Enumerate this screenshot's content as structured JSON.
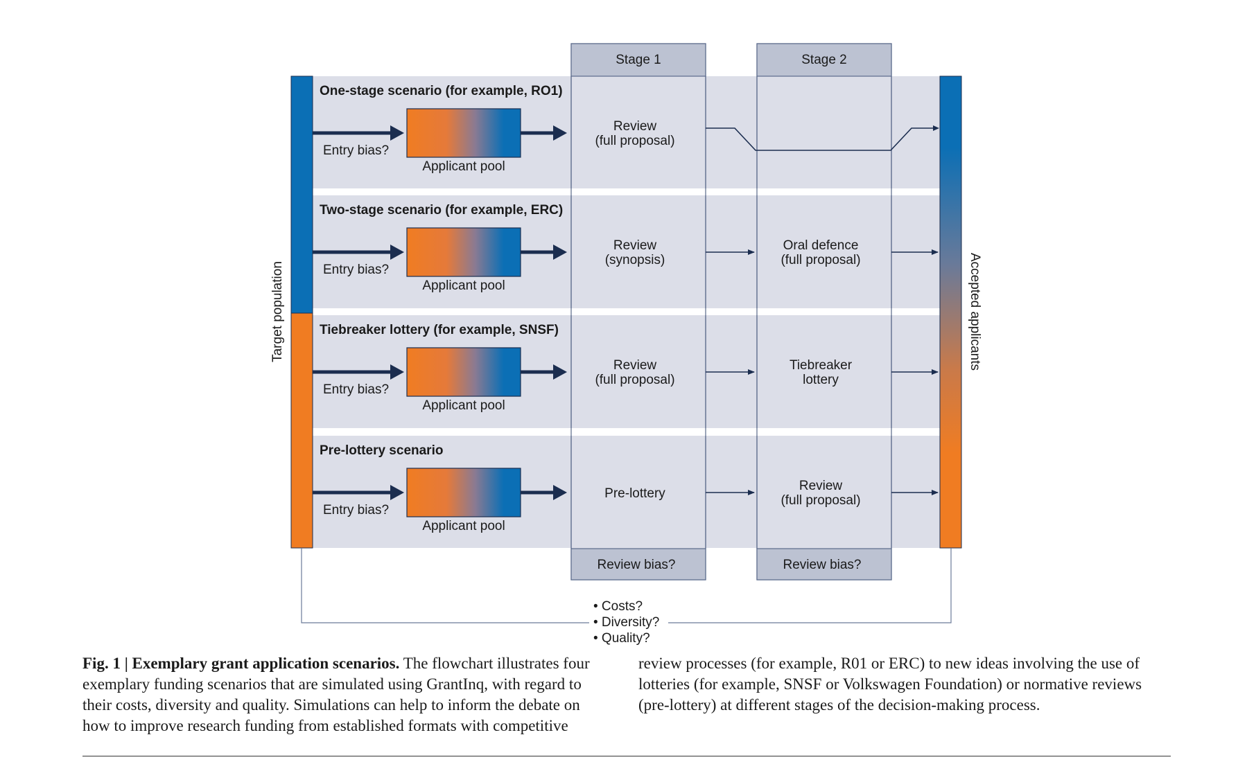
{
  "stages": {
    "stage1": "Stage 1",
    "stage2": "Stage 2",
    "review_bias": "Review bias?"
  },
  "axes": {
    "left": "Target population",
    "right": "Accepted applicants"
  },
  "common": {
    "entry_bias": "Entry bias?",
    "applicant_pool": "Applicant pool"
  },
  "scenarios": [
    {
      "title": "One-stage scenario (for example, RO1)",
      "stage1": [
        "Review",
        "(full proposal)"
      ],
      "stage2": []
    },
    {
      "title": "Two-stage scenario (for example, ERC)",
      "stage1": [
        "Review",
        "(synopsis)"
      ],
      "stage2": [
        "Oral defence",
        "(full proposal)"
      ]
    },
    {
      "title": "Tiebreaker lottery (for example, SNSF)",
      "stage1": [
        "Review",
        "(full proposal)"
      ],
      "stage2": [
        "Tiebreaker",
        "lottery"
      ]
    },
    {
      "title": "Pre-lottery scenario",
      "stage1": [
        "Pre-lottery"
      ],
      "stage2": [
        "Review",
        "(full proposal)"
      ]
    }
  ],
  "outcomes": [
    "• Costs?",
    "• Diversity?",
    "• Quality?"
  ],
  "caption": {
    "label": "Fig. 1 | Exemplary grant application scenarios.",
    "body_left": " The flowchart illustrates four exemplary funding scenarios that are simulated using GrantInq, with regard to their costs, diversity and quality. Simulations can help to inform the debate on how to improve research funding from established formats with competitive",
    "body_right": "review processes (for example, R01 or ERC) to new ideas involving the use of lotteries (for example, SNSF or Volkswagen Foundation) or normative reviews (pre-lottery) at different stages of the decision-making process."
  },
  "colors": {
    "orange": "#f07c22",
    "blue": "#0b6fb5",
    "navy": "#1b2d4f",
    "panel": "#dcdee8",
    "stage_header": "#bcc2d2"
  }
}
